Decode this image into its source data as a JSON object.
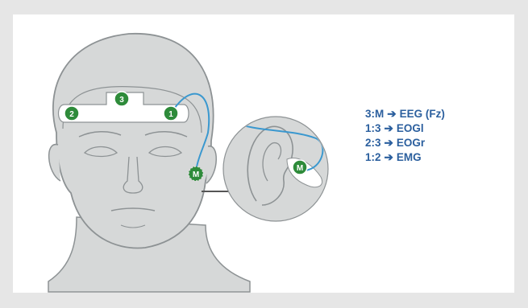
{
  "electrodes": {
    "e1": "1",
    "e2": "2",
    "e3": "3",
    "m_head": "M",
    "m_ear": "M"
  },
  "legend": [
    {
      "pair": "3:M",
      "arrow": "➔",
      "channel": "EEG (Fz)"
    },
    {
      "pair": "1:3",
      "arrow": "➔",
      "channel": "EOGl"
    },
    {
      "pair": "2:3",
      "arrow": "➔",
      "channel": "EOGr"
    },
    {
      "pair": "1:2",
      "arrow": "➔",
      "channel": "EMG"
    }
  ],
  "colors": {
    "background": "#e6e6e6",
    "panel": "#ffffff",
    "head_fill": "#d6d8d8",
    "head_stroke": "#8d9294",
    "electrode_green": "#2e8b3a",
    "wire_blue": "#3a98cf",
    "legend_text": "#2b5f9e"
  }
}
